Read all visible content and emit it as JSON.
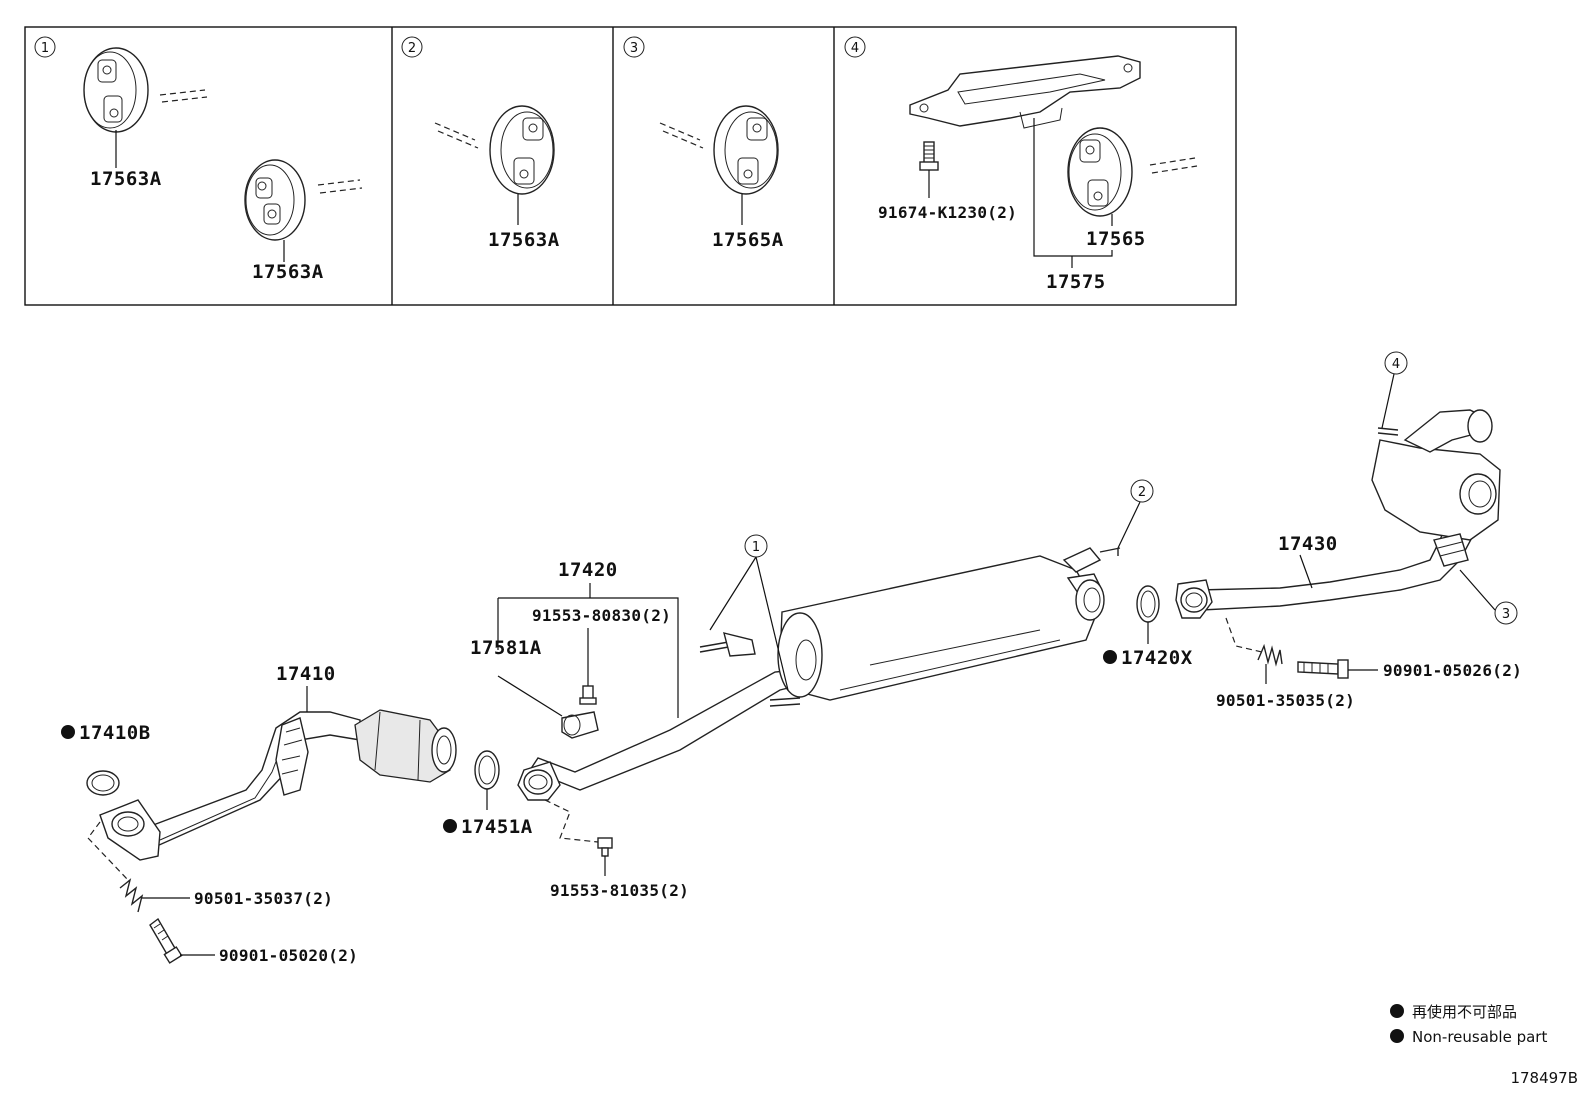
{
  "panels": [
    {
      "num": "1",
      "labels": [
        "17563A",
        "17563A"
      ]
    },
    {
      "num": "2",
      "labels": [
        "17563A"
      ]
    },
    {
      "num": "3",
      "labels": [
        "17565A"
      ]
    },
    {
      "num": "4",
      "labels": [
        "91674-K1230(2)",
        "17565",
        "17575"
      ]
    }
  ],
  "callouts": {
    "c1": "1",
    "c2": "2",
    "c3": "3",
    "c4": "4"
  },
  "parts": {
    "p17410": "17410",
    "p17410B": "17410B",
    "p90501_35037": "90501-35037(2)",
    "p90901_05020": "90901-05020(2)",
    "p17451A": "17451A",
    "p17420": "17420",
    "p91553_80830": "91553-80830(2)",
    "p17581A": "17581A",
    "p91553_81035": "91553-81035(2)",
    "p17420X": "17420X",
    "p17430": "17430",
    "p90901_05026": "90901-05026(2)",
    "p90501_35035": "90501-35035(2)"
  },
  "legend": {
    "jp": "再使用不可部品",
    "en": "Non-reusable part"
  },
  "diagram_id": "178497B"
}
